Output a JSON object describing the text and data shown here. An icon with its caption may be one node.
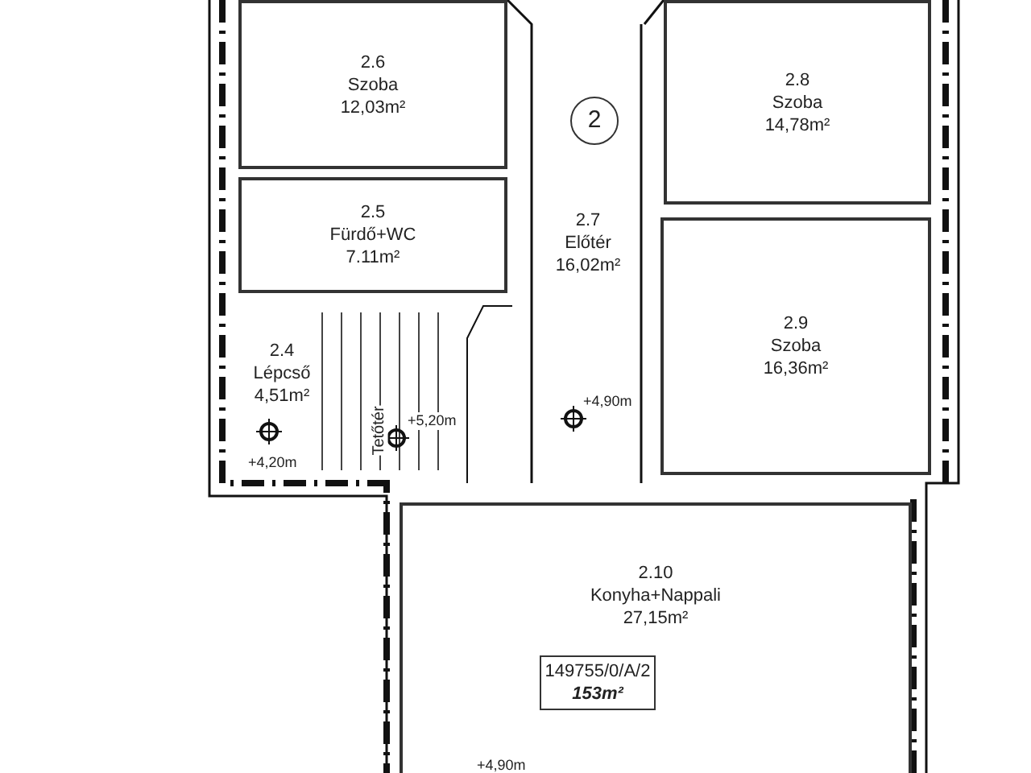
{
  "diagram": {
    "nodes": [
      {
        "text": [
          "2.6",
          "Szoba",
          "12,03m²"
        ]
      },
      {
        "text": [
          "2.8",
          "Szoba",
          "14,78m²"
        ]
      },
      {
        "text": [
          "2.5",
          "Fürdő+WC",
          "7.11m²"
        ]
      },
      {
        "text": [
          "2.7",
          "Előtér",
          "16,02m²"
        ]
      },
      {
        "text": [
          "2"
        ],
        "in": 3
      },
      {
        "text": [
          "2.9",
          "Szoba",
          "16,36m²"
        ]
      },
      {
        "text": [
          "2.4",
          "Lépcső",
          "4,51m²"
        ]
      },
      {
        "text": [
          "2.10",
          "Konyha+Nappali",
          "27,15m²"
        ]
      },
      {
        "text": [
          "149755/0/A/2",
          "153m²"
        ],
        "in": 7
      }
    ],
    "labels": [
      "Tetőtér",
      "+5,20m",
      "+4,90m",
      "+4,20m",
      "+4,90m"
    ]
  }
}
